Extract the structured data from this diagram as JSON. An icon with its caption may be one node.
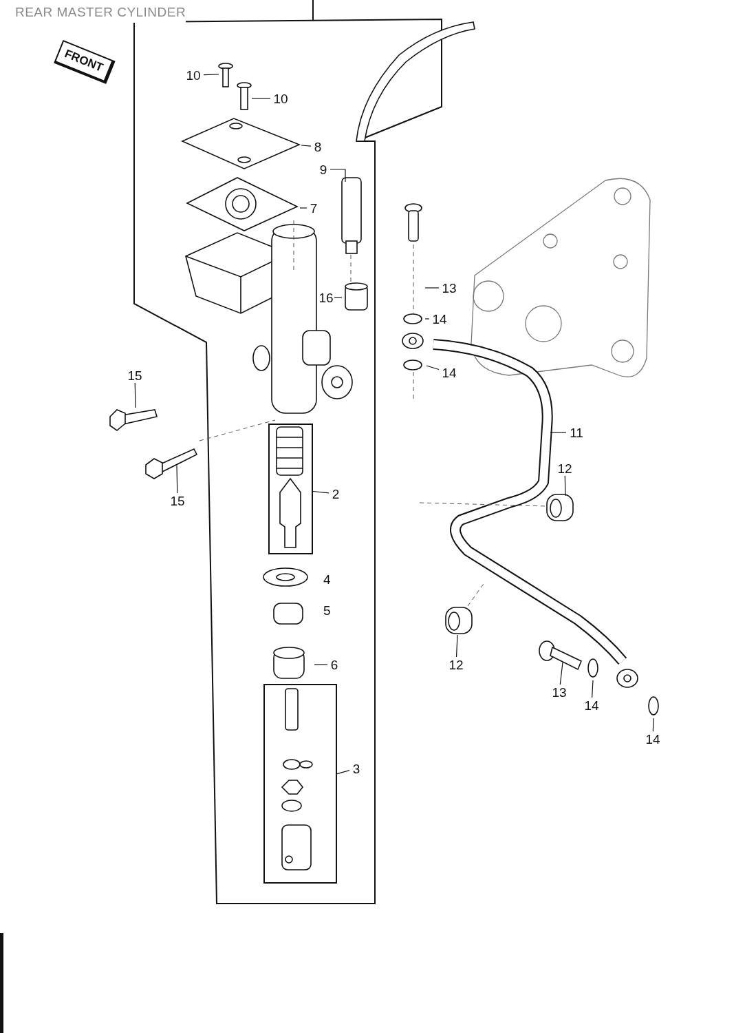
{
  "diagram": {
    "title": "REAR MASTER CYLINDER",
    "nodes": [
      {
        "text": [
          "10"
        ]
      },
      {
        "text": [
          "10"
        ]
      },
      {
        "text": [
          "8"
        ]
      },
      {
        "text": [
          "9"
        ]
      },
      {
        "text": [
          "7"
        ]
      },
      {
        "text": [
          "16"
        ]
      },
      {
        "text": [
          "13"
        ]
      },
      {
        "text": [
          "14"
        ]
      },
      {
        "text": [
          "14"
        ]
      },
      {
        "text": [
          "15"
        ]
      },
      {
        "text": [
          "15"
        ]
      },
      {
        "text": [
          "2"
        ]
      },
      {
        "text": [
          "11"
        ]
      },
      {
        "text": [
          "12"
        ]
      },
      {
        "text": [
          "6"
        ]
      },
      {
        "text": [
          "3"
        ]
      },
      {
        "text": [
          "12"
        ]
      },
      {
        "text": [
          "13"
        ]
      },
      {
        "text": [
          "14"
        ]
      },
      {
        "text": [
          "14"
        ]
      },
      {
        "text": [],
        "shape": "box"
      },
      {
        "text": [],
        "shape": "box"
      }
    ],
    "edges": [
      {
        "from": 0,
        "to": null,
        "arrow": "none"
      },
      {
        "from": 1,
        "to": null,
        "arrow": "none"
      },
      {
        "from": 2,
        "to": null,
        "arrow": "none"
      },
      {
        "from": 3,
        "to": null,
        "arrow": "none"
      },
      {
        "from": 4,
        "to": null,
        "arrow": "none"
      },
      {
        "from": 5,
        "to": null,
        "arrow": "none"
      },
      {
        "from": 6,
        "to": null,
        "arrow": "none"
      },
      {
        "from": 7,
        "to": null,
        "arrow": "none"
      },
      {
        "from": 8,
        "to": null,
        "arrow": "none"
      },
      {
        "from": 9,
        "to": null,
        "arrow": "none"
      },
      {
        "from": 10,
        "to": null,
        "arrow": "none"
      },
      {
        "from": 11,
        "to": 20,
        "arrow": "none"
      },
      {
        "from": 12,
        "to": null,
        "arrow": "none"
      },
      {
        "from": 13,
        "to": null,
        "arrow": "none"
      },
      {
        "from": 14,
        "to": null,
        "arrow": "none"
      },
      {
        "from": 15,
        "to": 21,
        "arrow": "none"
      },
      {
        "from": 16,
        "to": null,
        "arrow": "none"
      },
      {
        "from": 17,
        "to": null,
        "arrow": "none"
      },
      {
        "from": 18,
        "to": null,
        "arrow": "none"
      },
      {
        "from": 19,
        "to": null,
        "arrow": "none"
      }
    ],
    "labels": [
      "FRONT",
      "4",
      "5"
    ]
  }
}
